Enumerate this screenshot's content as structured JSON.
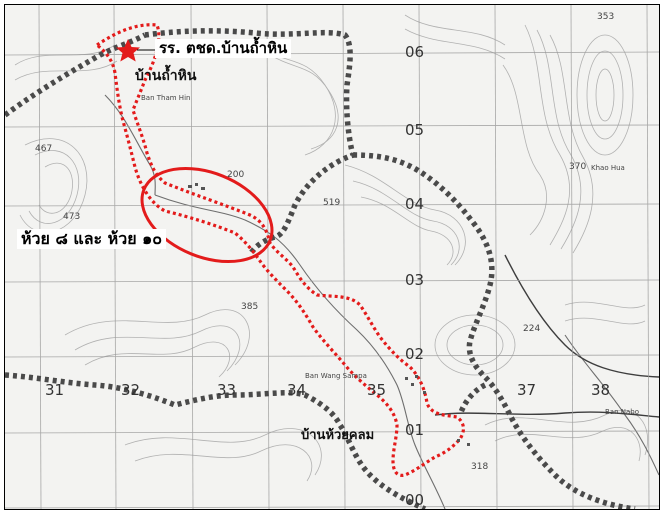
{
  "map": {
    "callouts": {
      "school": "รร. ตชด.บ้านถ้ำหิน",
      "streams": "ห้วย ๘ และ ห้วย ๑๐"
    },
    "places": {
      "ban_tham_hin": "บ้านถ้ำหิน",
      "ban_huai_khom": "บ้านห้วยคลม"
    },
    "grid_labels": {
      "northing": [
        "06",
        "05",
        "04",
        "03",
        "02",
        "01",
        "00"
      ],
      "easting": [
        "31",
        "32",
        "33",
        "34",
        "35",
        "37",
        "38"
      ]
    },
    "elevations": [
      "353",
      "467",
      "473",
      "370",
      "224",
      "519",
      "385",
      "318",
      "200"
    ],
    "small_labels": [
      "Ban Tham Hin",
      "Ban Wang Sampa",
      "Khao Hua",
      "Ban Nabo"
    ],
    "colors": {
      "boundary": "#4a4a4a",
      "route": "#e31b1b",
      "circle": "#e31b1b",
      "star": "#e31b1b",
      "grid": "#9a9a9a"
    },
    "markers": [
      "star-icon"
    ]
  }
}
